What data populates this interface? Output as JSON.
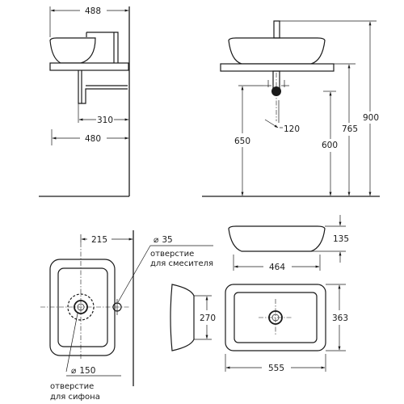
{
  "dimensions": {
    "side_width": "488",
    "faucet_offset": "310",
    "side_depth": "480",
    "front_drain_height": "650",
    "trap_width": "120",
    "counter_height_600": "600",
    "top_height": "765",
    "total_height": "900",
    "plan_offset": "215",
    "faucet_hole_diameter": "35",
    "basin_height": "135",
    "top_width": "464",
    "depth_270": "270",
    "depth_363": "363",
    "bottom_width": "555",
    "drain_diameter": "150"
  },
  "labels": {
    "faucet_hole_line1": "отверстие",
    "faucet_hole_line2": "для смесителя",
    "drain_hole_line1": "отверстие",
    "drain_hole_line2": "для сифона"
  },
  "symbols": {
    "diameter": "⌀"
  }
}
